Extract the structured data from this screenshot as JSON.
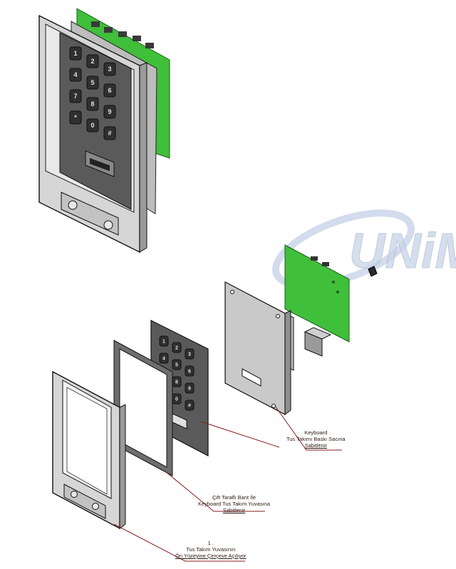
{
  "watermark": {
    "text": "UNiM"
  },
  "keypad": {
    "keys": [
      "1",
      "2",
      "3",
      "4",
      "5",
      "6",
      "7",
      "8",
      "9",
      "*",
      "0",
      "#"
    ]
  },
  "callouts": {
    "keyboard": {
      "line1": "Keyboard",
      "line2": "Tus Takımı Baskı Sacına",
      "line3": "Sabitlenir"
    },
    "tape": {
      "line1": "Çift Taraflı Bant İle",
      "line2": "Keyboard Tus Takım Yuvasına",
      "line3": "Sabitlenir"
    },
    "frame": {
      "line1": "1 .",
      "line2": "Tus Takım Yuvasının",
      "line3": "Ön Yüzeyine Çerçeve Açılıyor"
    }
  },
  "colors": {
    "pcb": "#3fbf3a",
    "leader": "#8b1a1a",
    "steel": "#c9c9c9",
    "keypad": "#555555",
    "watermark": "#c8d4e8"
  }
}
